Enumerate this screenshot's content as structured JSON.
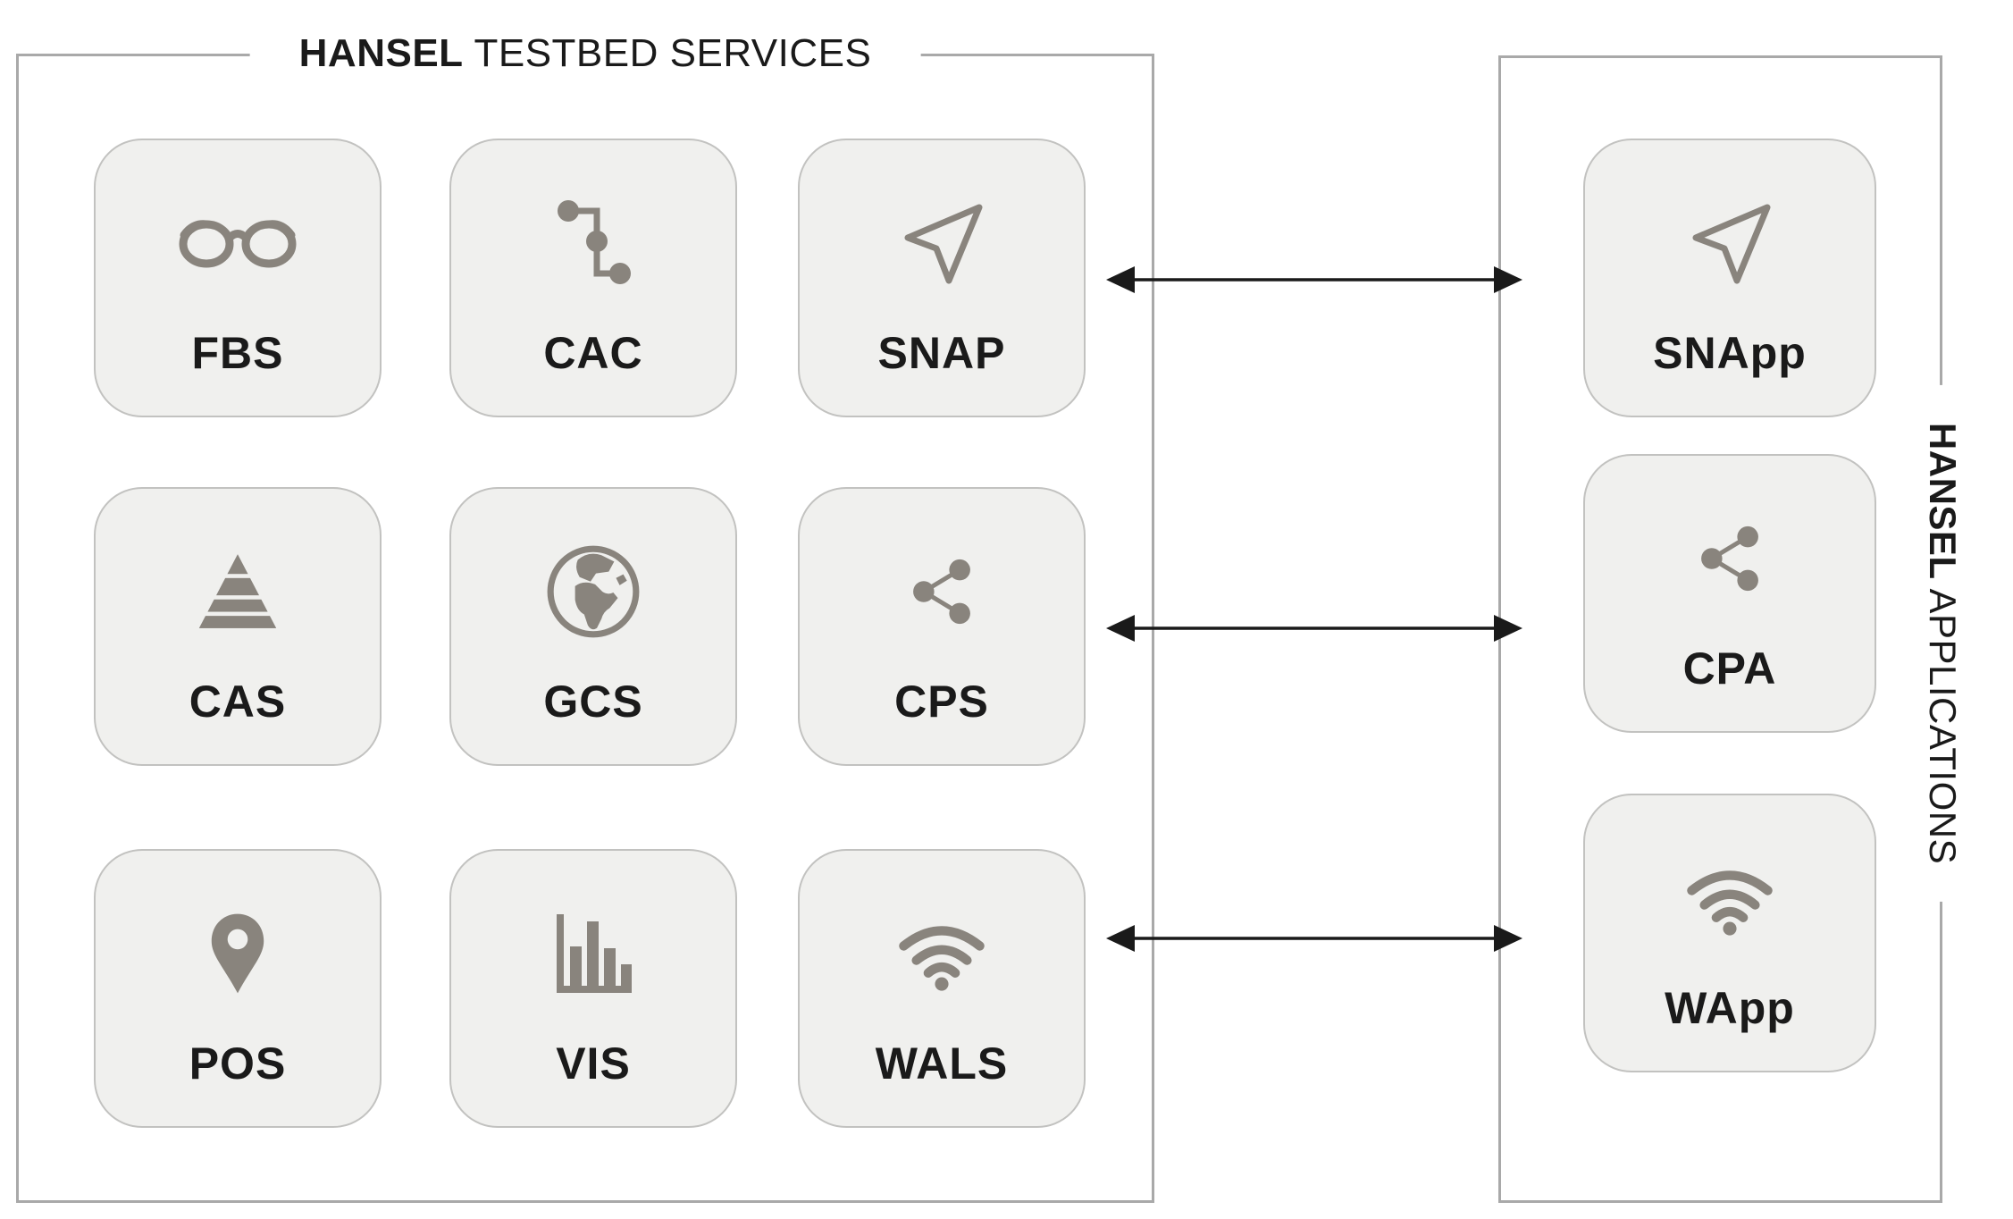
{
  "diagram": {
    "left_panel": {
      "title": {
        "bold": "HANSEL",
        "rest": " TESTBED SERVICES"
      },
      "tiles": [
        {
          "label": "FBS",
          "icon": "glasses-icon"
        },
        {
          "label": "CAC",
          "icon": "commit-path-icon"
        },
        {
          "label": "SNAP",
          "icon": "send-arrow-icon"
        },
        {
          "label": "CAS",
          "icon": "layered-pyramid-icon"
        },
        {
          "label": "GCS",
          "icon": "globe-icon"
        },
        {
          "label": "CPS",
          "icon": "share-nodes-icon"
        },
        {
          "label": "POS",
          "icon": "map-pin-icon"
        },
        {
          "label": "VIS",
          "icon": "bar-chart-icon"
        },
        {
          "label": "WALS",
          "icon": "wifi-icon"
        }
      ]
    },
    "right_panel": {
      "title": {
        "bold": "HANSEL",
        "rest": " APPLICATIONS"
      },
      "tiles": [
        {
          "label": "SNApp",
          "icon": "send-arrow-icon"
        },
        {
          "label": "CPA",
          "icon": "share-nodes-icon"
        },
        {
          "label": "WApp",
          "icon": "wifi-icon"
        }
      ]
    },
    "connections": [
      {
        "from": "SNAP",
        "to": "SNApp",
        "type": "bidirectional-arrow"
      },
      {
        "from": "CPS",
        "to": "CPA",
        "type": "bidirectional-arrow"
      },
      {
        "from": "WALS",
        "to": "WApp",
        "type": "bidirectional-arrow"
      }
    ],
    "colors": {
      "icon_gray": "#89847d",
      "tile_fill": "#f0f0ee",
      "tile_border": "#c2c2c0",
      "panel_border": "#a9a9a9",
      "arrow": "#1a1a1a",
      "label_text": "#1a1a1a"
    }
  }
}
